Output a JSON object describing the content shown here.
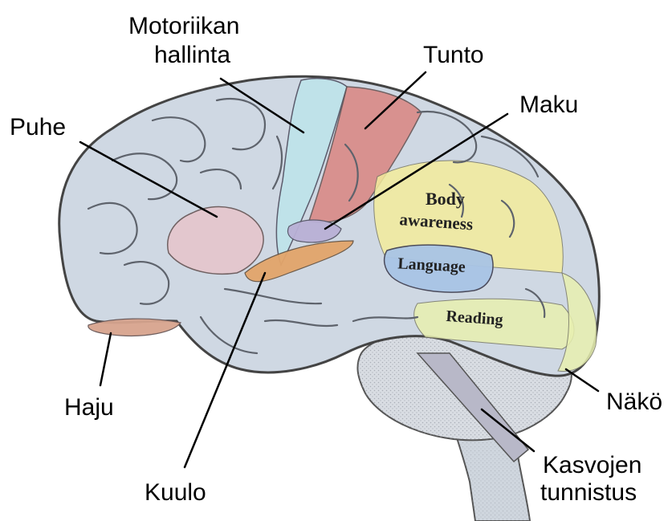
{
  "labels": {
    "motor_line1": "Motoriikan",
    "motor_line2": "hallinta",
    "touch": "Tunto",
    "taste": "Maku",
    "speech": "Puhe",
    "smell": "Haju",
    "hearing": "Kuulo",
    "vision": "Näkö",
    "face_line1": "Kasvojen",
    "face_line2": "tunnistus"
  },
  "region_labels": {
    "body_line1": "Body",
    "body_line2": "awareness",
    "language": "Language",
    "reading": "Reading"
  },
  "colors": {
    "brain_base": "#cfd8e3",
    "sulci": "#6b6f78",
    "motor": "#bfe3ea",
    "touch": "#d98a86",
    "taste": "#b9b0d6",
    "speech": "#e6c6cc",
    "smell": "#d7a48e",
    "hearing": "#e3a56a",
    "body_awareness": "#f4ec9c",
    "language": "#a9c5e6",
    "reading": "#e8f0b0",
    "cerebellum": "#d9dde3",
    "stem": "#cfd6de",
    "face_band": "#b8b8c8"
  }
}
